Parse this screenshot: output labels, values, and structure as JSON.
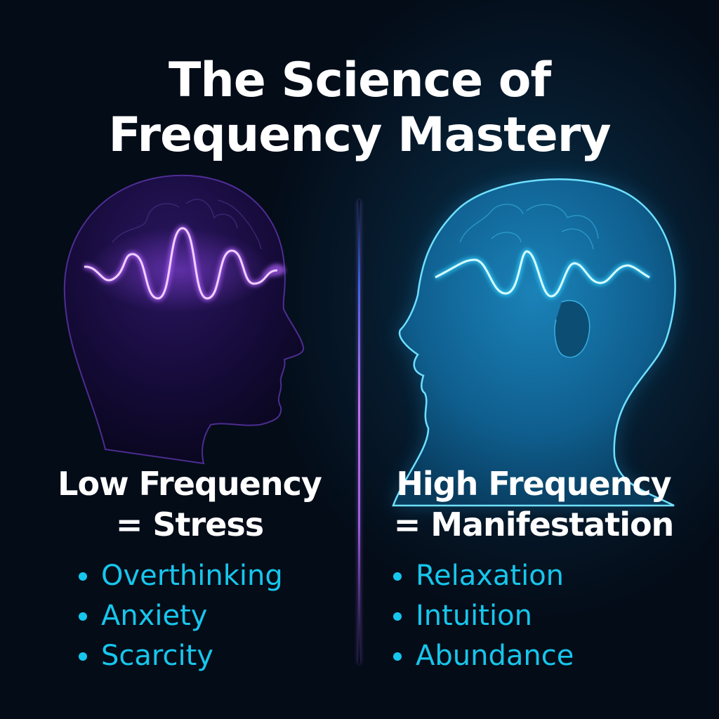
{
  "title": {
    "line1": "The Science of",
    "line2": "Frequency Mastery"
  },
  "colors": {
    "background": "#040c18",
    "title_text": "#ffffff",
    "bullet_text": "#17c6ec",
    "low_head_glow": "#7a3fd0",
    "low_wave": "#e8b8ff",
    "high_head_glow": "#2ab6f0",
    "high_wave": "#bff4ff"
  },
  "left": {
    "illustration": "purple-head-profile-icon",
    "heading_line1": "Low Frequency",
    "heading_line2": "= Stress",
    "items": [
      "Overthinking",
      "Anxiety",
      "Scarcity"
    ]
  },
  "right": {
    "illustration": "blue-head-profile-icon",
    "heading_line1": "High Frequency",
    "heading_line2": "= Manifestation",
    "items": [
      "Relaxation",
      "Intuition",
      "Abundance"
    ]
  }
}
